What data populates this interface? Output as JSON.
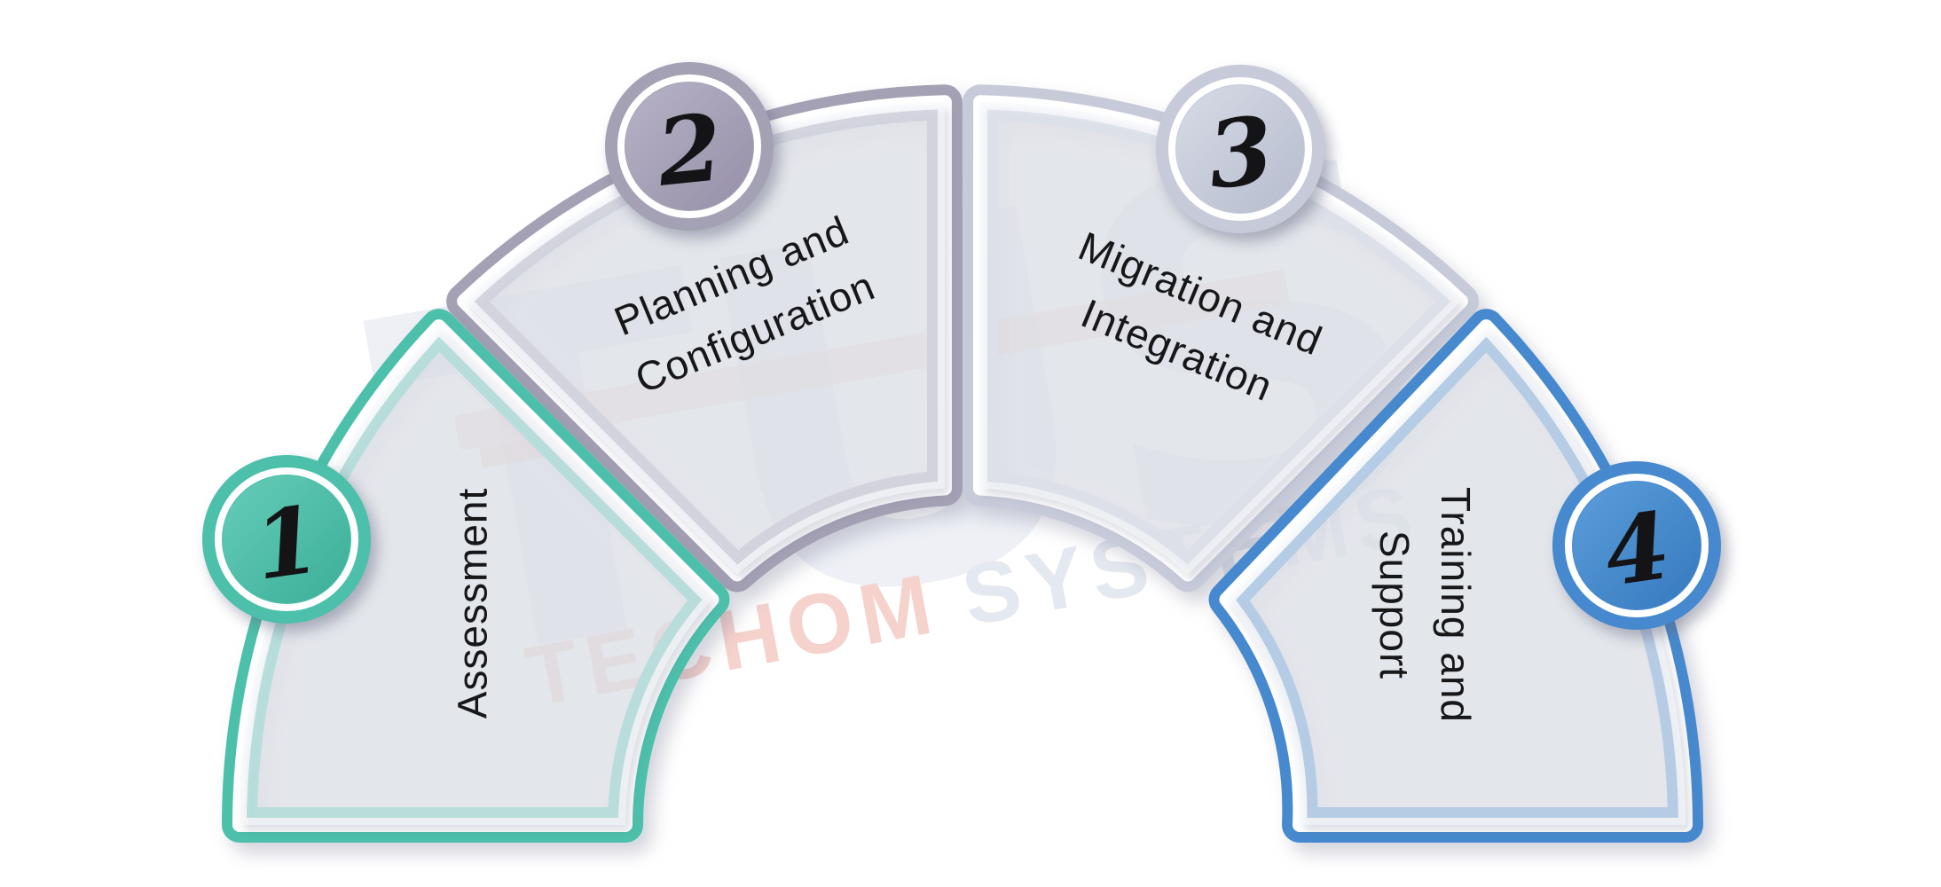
{
  "steps": [
    {
      "number": "1",
      "label": "Assessment",
      "color": "#4CC0AA",
      "light": "#66CDB9",
      "dark": "#3BAE97"
    },
    {
      "number": "2",
      "label": "Planning and\nConfiguration",
      "color": "#A5A1B5",
      "light": "#B7B3C7",
      "dark": "#968FA8"
    },
    {
      "number": "3",
      "label": "Migration and\nIntegration",
      "color": "#C7CBD9",
      "light": "#D7DBE6",
      "dark": "#B6BCCE"
    },
    {
      "number": "4",
      "label": "Training and\nSupport",
      "color": "#4689CE",
      "light": "#5C9EDB",
      "dark": "#3579BE"
    }
  ],
  "watermark": {
    "logo_text": "TUS",
    "brand_first": "TECHOM",
    "brand_second": "SYSTEMS",
    "logo_color": "#E9ECF3",
    "swoosh_color": "#F3CDC7",
    "brand_first_color": "#F6D2CD",
    "brand_second_color": "#E4E8F0"
  },
  "background": "#FFFFFF"
}
